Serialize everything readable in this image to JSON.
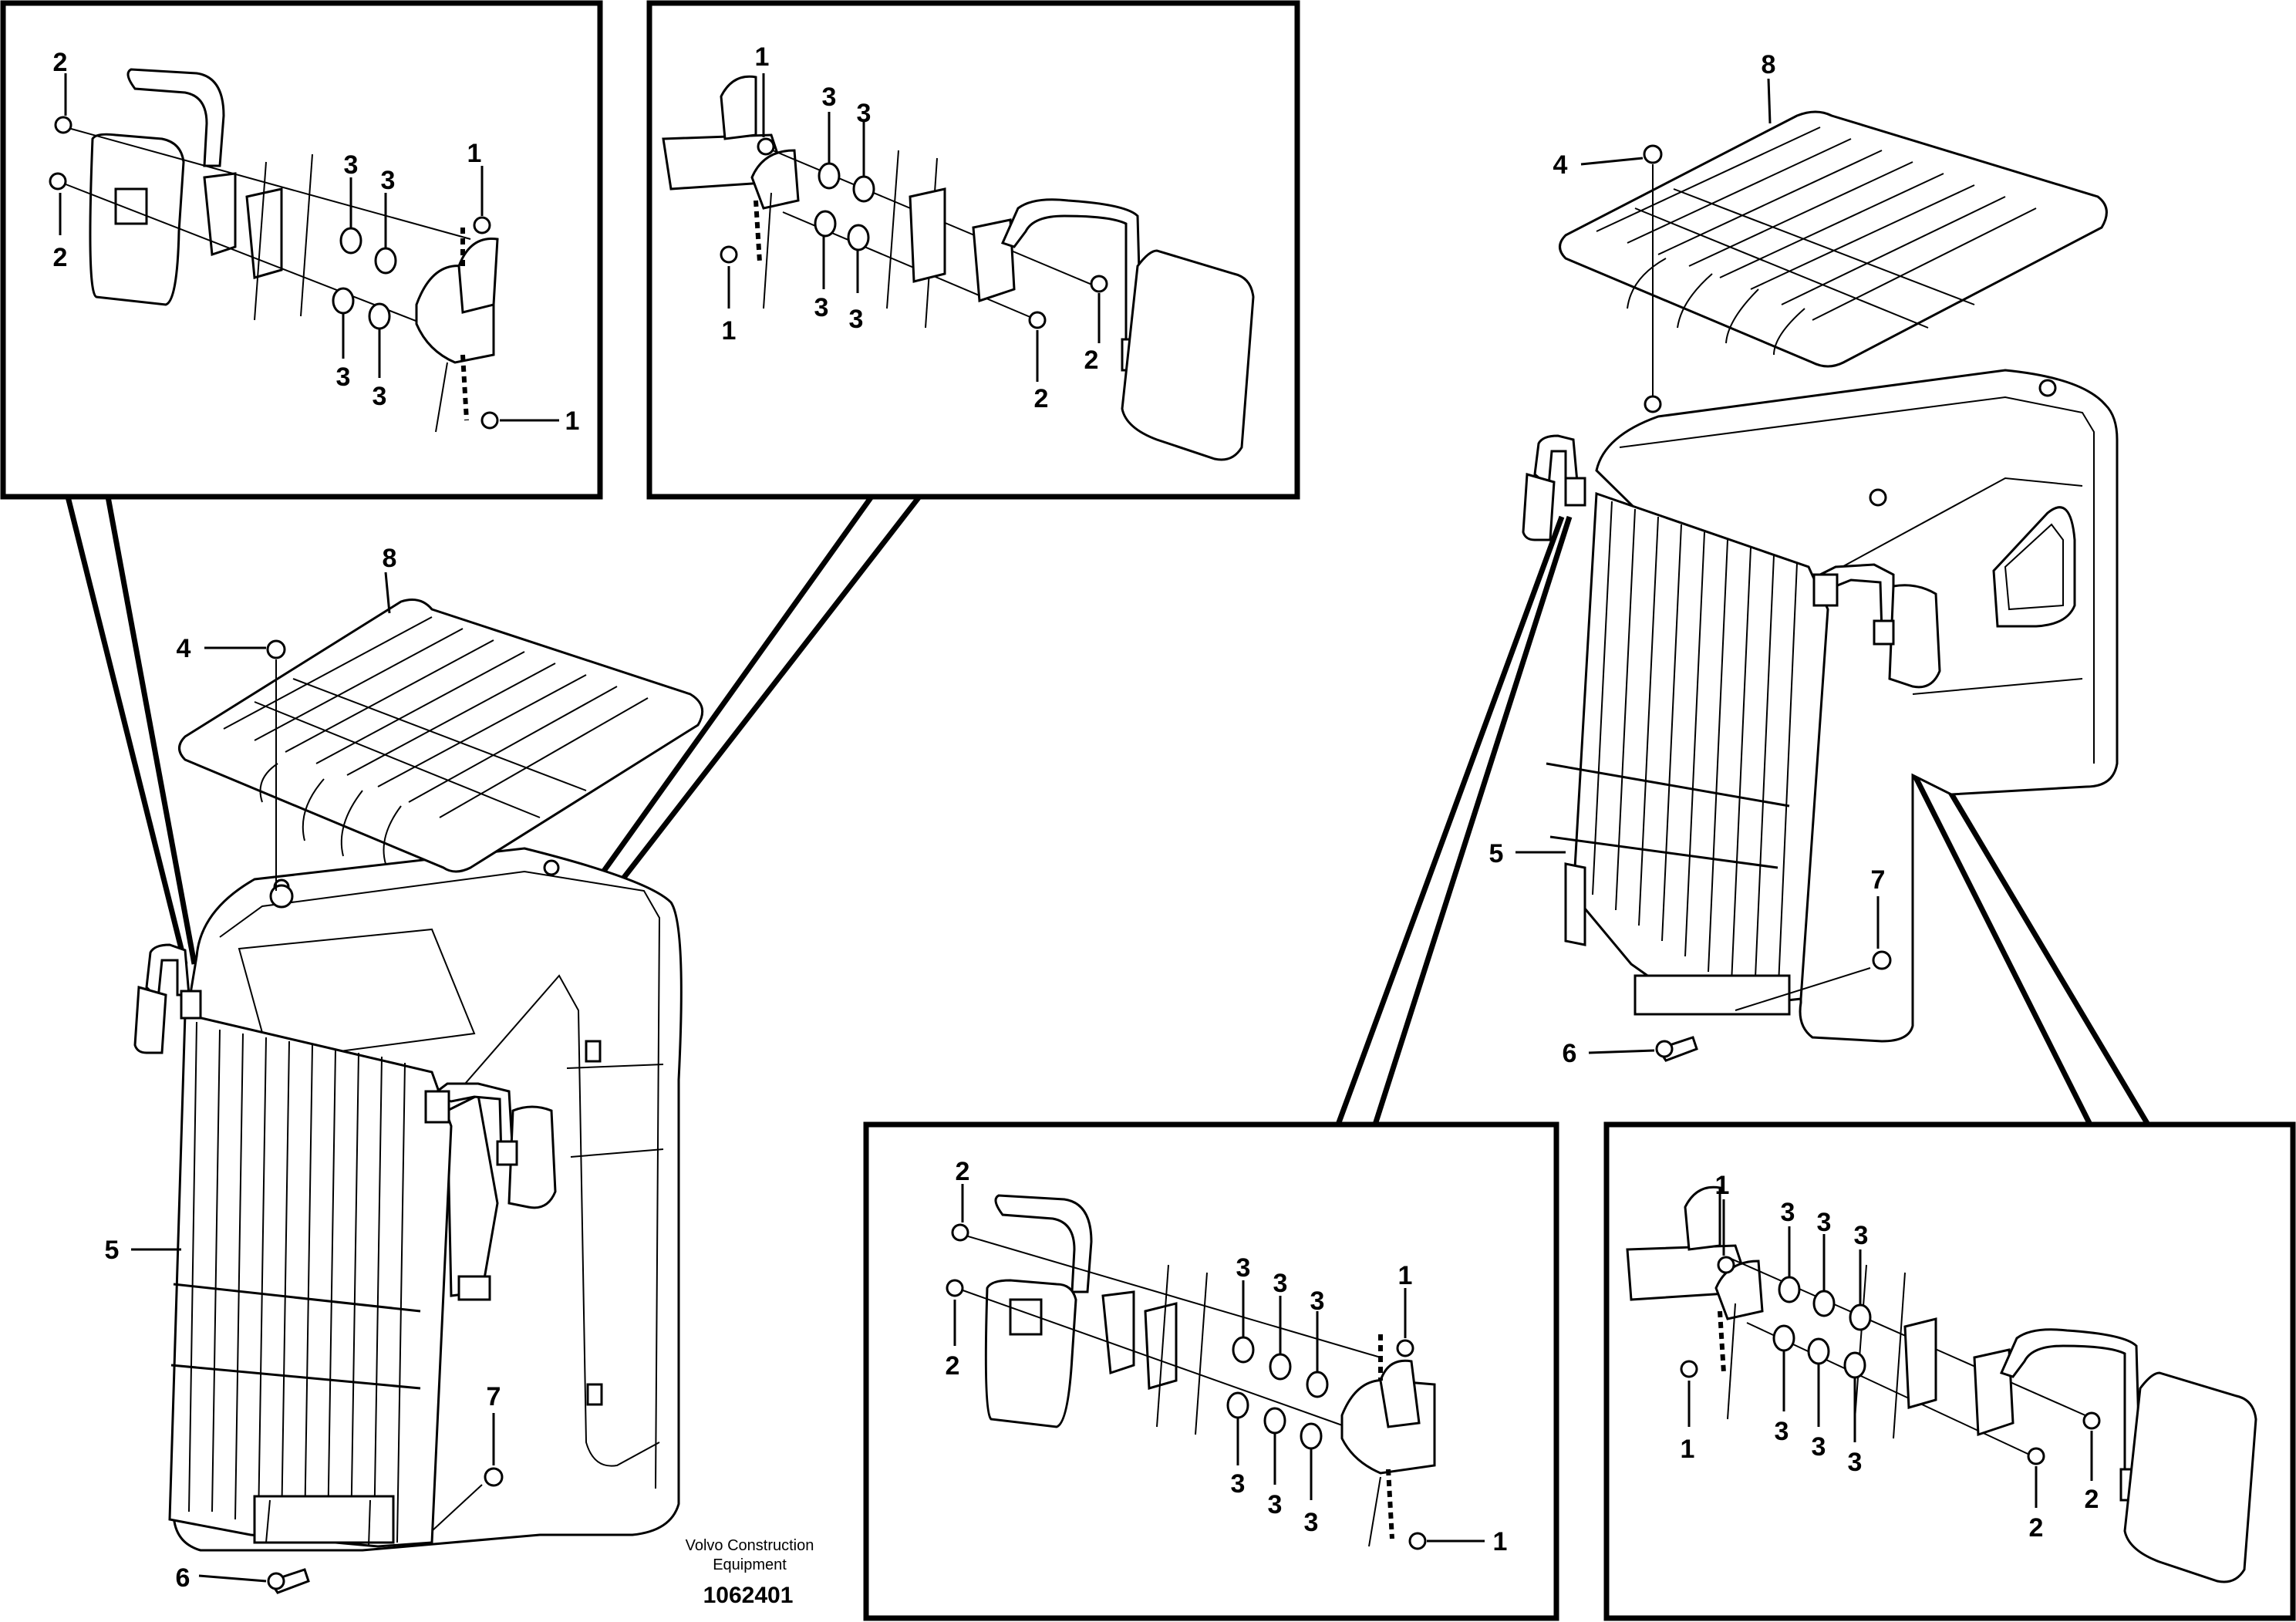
{
  "labels": {
    "p1": "1",
    "p2": "2",
    "p3": "3",
    "p4": "4",
    "p5": "5",
    "p6": "6",
    "p7": "7",
    "p8": "8"
  },
  "caption": {
    "company_line1": "Volvo Construction",
    "company_line2": "Equipment",
    "figure_number": "1062401"
  }
}
